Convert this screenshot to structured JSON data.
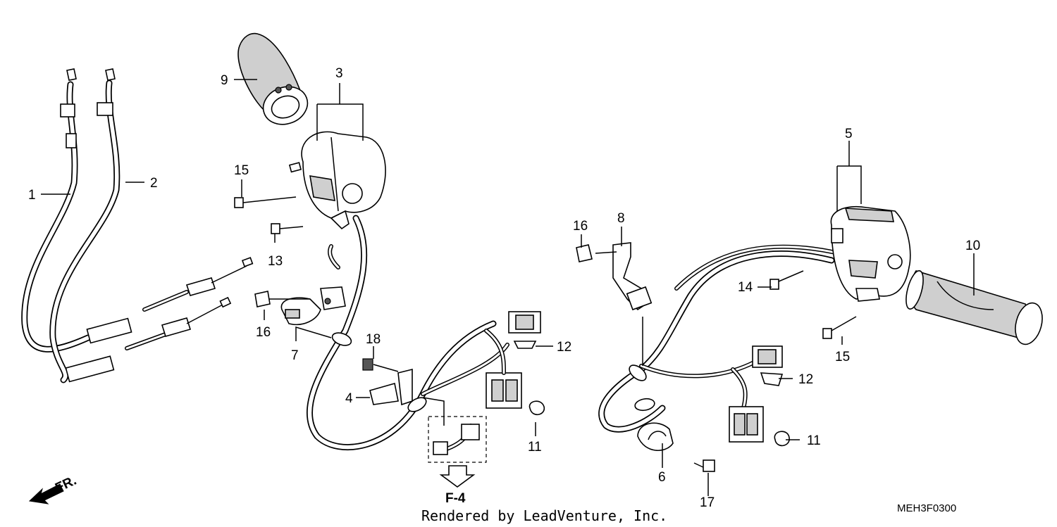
{
  "callouts": {
    "c1": "1",
    "c2": "2",
    "c3": "3",
    "c4": "4",
    "c5": "5",
    "c6": "6",
    "c7": "7",
    "c8": "8",
    "c9": "9",
    "c10": "10",
    "c11a": "11",
    "c11b": "11",
    "c12a": "12",
    "c12b": "12",
    "c13": "13",
    "c14": "14",
    "c15a": "15",
    "c15b": "15",
    "c16a": "16",
    "c16b": "16",
    "c17": "17",
    "c18": "18"
  },
  "reference": "F-4",
  "front_marker": "FR.",
  "credit": "Rendered by LeadVenture, Inc.",
  "diagram_code": "MEH3F0300"
}
